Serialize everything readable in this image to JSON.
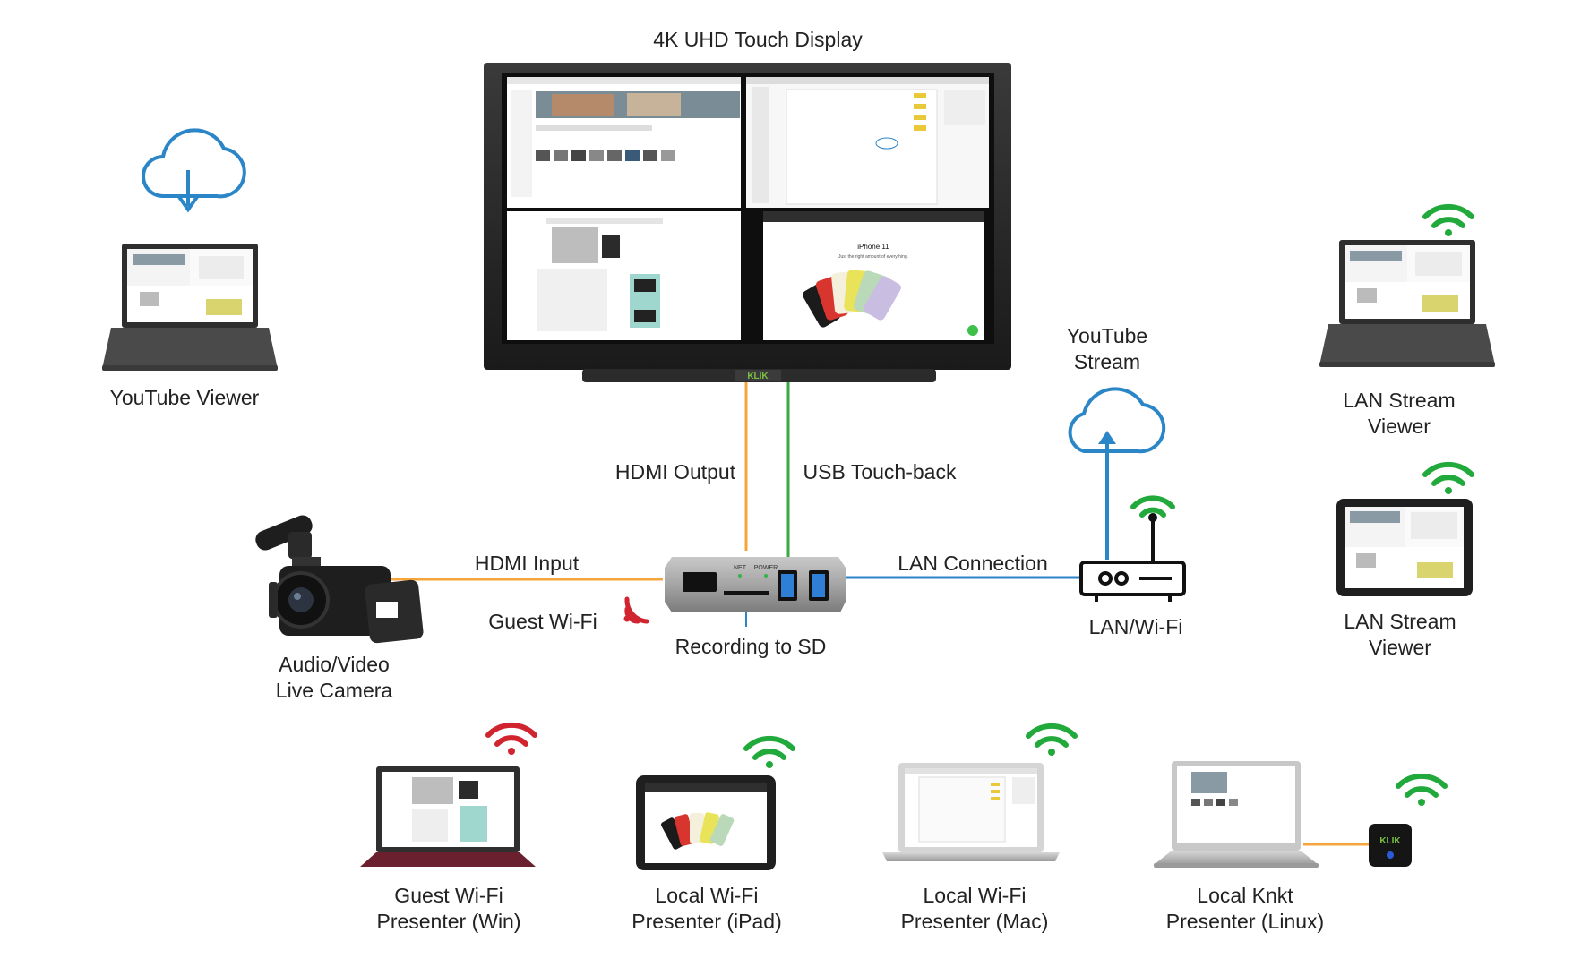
{
  "labels": {
    "display_title": "4K UHD Touch Display",
    "youtube_viewer": "YouTube Viewer",
    "youtube_stream": [
      "YouTube",
      "Stream"
    ],
    "lan_stream_viewer_1": [
      "LAN Stream",
      "Viewer"
    ],
    "lan_stream_viewer_2": [
      "LAN Stream",
      "Viewer"
    ],
    "hdmi_output": "HDMI Output",
    "usb_touchback": "USB Touch-back",
    "hdmi_input": "HDMI Input",
    "lan_connection": "LAN Connection",
    "guest_wifi": "Guest Wi-Fi",
    "recording_sd": "Recording to SD",
    "lan_wifi": "LAN/Wi-Fi",
    "camera": [
      "Audio/Video",
      "Live Camera"
    ],
    "presenter_win": [
      "Guest Wi-Fi",
      "Presenter (Win)"
    ],
    "presenter_ipad": [
      "Local Wi-Fi",
      "Presenter (iPad)"
    ],
    "presenter_mac": [
      "Local Wi-Fi",
      "Presenter (Mac)"
    ],
    "presenter_linux": [
      "Local Knkt",
      "Presenter (Linux)"
    ]
  },
  "device_text": {
    "display_brand": "KLIK",
    "dongle_brand": "KLIK",
    "hub_net": "NET",
    "hub_power": "POWER",
    "screen_iphone_title": "iPhone 11",
    "screen_iphone_sub": "Just the right amount of everything."
  },
  "colors": {
    "hdmi": "#f5a53a",
    "usb": "#3aa843",
    "lan": "#2b86c8",
    "wifi_green": "#22a93b",
    "wifi_red": "#d0242f",
    "cloud": "#2b86c8",
    "device_dark": "#2c2c2c"
  }
}
